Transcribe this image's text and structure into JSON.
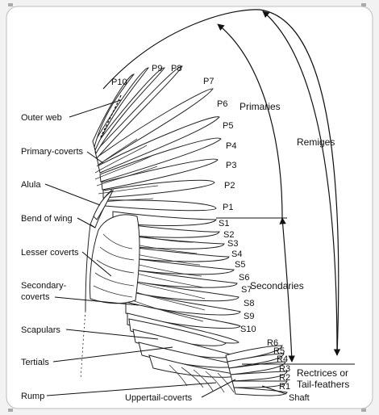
{
  "labels": {
    "outer_web": "Outer web",
    "primary_coverts": "Primary-coverts",
    "alula": "Alula",
    "bend_of_wing": "Bend of wing",
    "lesser_coverts": "Lesser coverts",
    "secondary_coverts_1": "Secondary-",
    "secondary_coverts_2": "coverts",
    "scapulars": "Scapulars",
    "tertials": "Tertials",
    "rump": "Rump",
    "uppertail_coverts": "Uppertail-coverts",
    "shaft": "Shaft",
    "primaries": "Primaries",
    "secondaries": "Secondaries",
    "remiges": "Remiges",
    "rectrices_1": "Rectrices or",
    "rectrices_2": "Tail-feathers"
  },
  "primaries": [
    "P10",
    "P9",
    "P8",
    "P7",
    "P6",
    "P5",
    "P4",
    "P3",
    "P2",
    "P1"
  ],
  "secondaries": [
    "S1",
    "S2",
    "S3",
    "S4",
    "S5",
    "S6",
    "S7",
    "S8",
    "S9",
    "S10"
  ],
  "rectrices": [
    "R6",
    "R5",
    "R4",
    "R3",
    "R2",
    "R1"
  ]
}
